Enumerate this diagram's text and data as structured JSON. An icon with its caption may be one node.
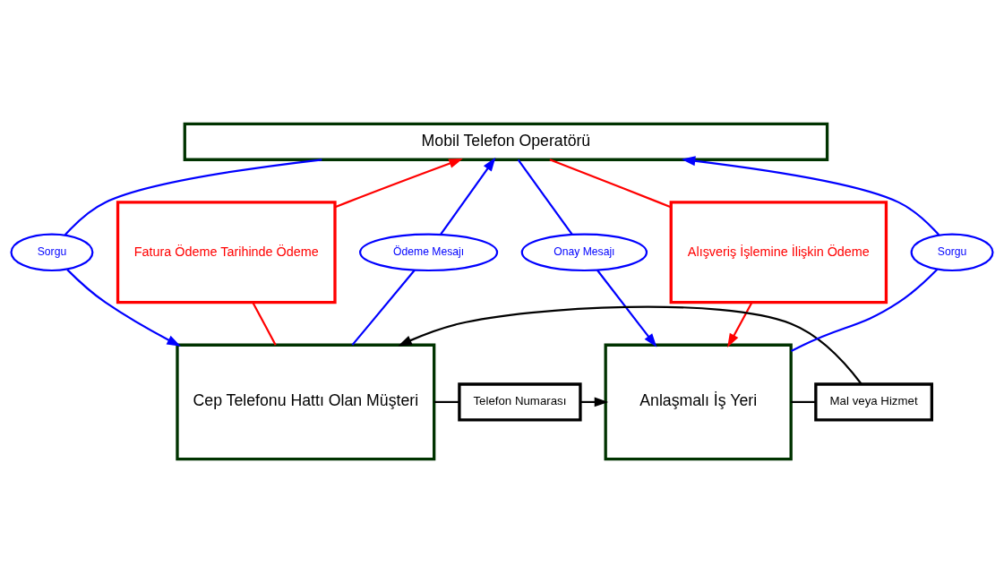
{
  "diagram": {
    "nodes": [
      {
        "text": [
          "Mobil Telefon Operatörü"
        ]
      },
      {
        "text": [
          "Fatura Ödeme Tarihinde Ödeme"
        ]
      },
      {
        "text": [
          "Sorgu"
        ]
      },
      {
        "text": [
          "Ödeme Mesajı"
        ]
      },
      {
        "text": [
          "Onay Mesajı"
        ]
      },
      {
        "text": [
          "Sorgu"
        ]
      },
      {
        "text": [
          "Alışveriş İşlemine İlişkin Ödeme"
        ]
      },
      {
        "text": [
          "Cep Telefonu Hattı Olan Müşteri"
        ]
      },
      {
        "text": [
          "Telefon Numarası"
        ]
      },
      {
        "text": [
          "Mal veya Hizmet"
        ]
      },
      {
        "text": [
          "Anlaşmalı İş Yeri"
        ]
      }
    ],
    "edges": [
      {
        "from": 7,
        "to": 1,
        "arrow": "none",
        "color": "#ff0000"
      },
      {
        "from": 1,
        "to": 0,
        "arrow": "to",
        "color": "#ff0000"
      },
      {
        "from": 0,
        "to": 2,
        "arrow": "none"
      },
      {
        "from": 2,
        "to": 7,
        "arrow": "to"
      },
      {
        "from": 7,
        "to": 3,
        "arrow": "none"
      },
      {
        "from": 3,
        "to": 0,
        "arrow": "to"
      },
      {
        "from": 0,
        "to": 4,
        "arrow": "none"
      },
      {
        "from": 4,
        "to": 10,
        "arrow": "to"
      },
      {
        "from": 10,
        "to": 5,
        "arrow": "none"
      },
      {
        "from": 5,
        "to": 0,
        "arrow": "to"
      },
      {
        "from": 0,
        "to": 6,
        "arrow": "none",
        "color": "#ff0000"
      },
      {
        "from": 6,
        "to": 10,
        "arrow": "to",
        "color": "#ff0000"
      },
      {
        "from": 7,
        "to": 8,
        "arrow": "none",
        "color": "#000000"
      },
      {
        "from": 8,
        "to": 10,
        "arrow": "to",
        "color": "#000000"
      },
      {
        "from": 10,
        "to": 9,
        "arrow": "none",
        "color": "#000000"
      },
      {
        "from": 9,
        "to": 7,
        "arrow": "to",
        "color": "#000000"
      }
    ]
  }
}
